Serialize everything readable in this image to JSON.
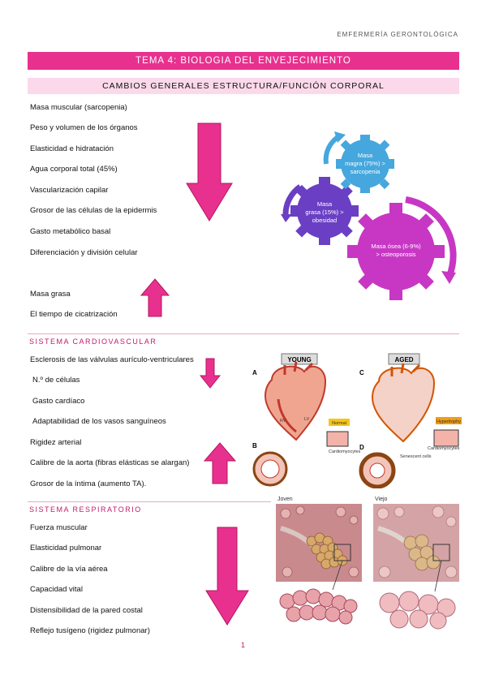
{
  "header": {
    "label": "EMFERMERÍA GERONTOLÓGICA"
  },
  "title": "TEMA 4: BIOLOGIA DEL ENVEJECIMIENTO",
  "subtitle": "CAMBIOS GENERALES ESTRUCTURA/FUNCIÓN CORPORAL",
  "general": {
    "decrease_items": [
      "Masa muscular (sarcopenia)",
      "Peso y volumen de los órganos",
      "Elasticidad e hidratación",
      "Agua corporal total (45%)",
      "Vascularización capilar",
      "Grosor de las células de la epidermis",
      "Gasto metabólico basal",
      "Diferenciación y división celular"
    ],
    "increase_items": [
      "Masa grasa",
      "El tiempo de cicatrización"
    ],
    "gears": {
      "lean": "Masa magra (75%) > sarcopenia",
      "fat": "Masa grasa (15%) > obesidad",
      "bone": "Masa ósea (6-9%) > osteoporosis"
    }
  },
  "cardio": {
    "title": "SISTEMA CARDIOVASCULAR",
    "decrease_items": [
      "Esclerosis de las válvulas aurículo-ventriculares",
      "N.º de células",
      "Gasto cardíaco",
      "Adaptabilidad de los vasos sanguíneos"
    ],
    "increase_items": [
      "Rigidez arterial",
      "Calibre de la aorta (fibras elásticas se alargan)",
      "Grosor de la íntima (aumento TA)."
    ],
    "figure": {
      "young_label": "YOUNG",
      "aged_label": "AGED",
      "letter_a": "A",
      "letter_b": "B",
      "letter_c": "C",
      "letter_d": "D",
      "normal_tag": "Normal",
      "hypertrophy_tag": "Hypertrophy",
      "cardiomyocytes": "Cardiomyocytes",
      "senescent": "Senescent cells",
      "rv": "RV",
      "lv": "LV"
    }
  },
  "resp": {
    "title": "SISTEMA RESPIRATORIO",
    "decrease_items": [
      "Fuerza muscular",
      "Elasticidad pulmonar",
      "Calibre de la vía aérea",
      "Capacidad vital",
      "Distensibilidad de la pared costal",
      "Reflejo tusígeno (rigidez pulmonar)"
    ],
    "figure": {
      "young_label": "Joven",
      "old_label": "Viejo"
    }
  },
  "page_number": "1",
  "colors": {
    "magenta": "#e8318f",
    "pink_light": "#fbd9ea",
    "gear_light_blue": "#45a7dd",
    "gear_purple": "#6a3fc4",
    "gear_magenta": "#c737c4"
  }
}
